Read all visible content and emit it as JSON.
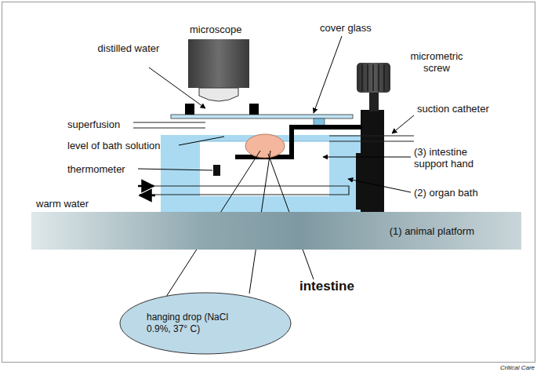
{
  "diagram": {
    "nodes": [
      {
        "text": [
          "(1) animal platform"
        ]
      },
      {
        "text": [
          "hanging drop (NaCl 0.9%, 37° C)"
        ]
      }
    ],
    "labels": [
      "microscope",
      "distilled water",
      "cover glass",
      "micrometric screw",
      "superfusion",
      "suction catheter",
      "level of bath solution",
      "thermometer",
      "(3) intestine support hand",
      "(2) organ bath",
      "warm water",
      "intestine",
      "Critical Care"
    ]
  }
}
